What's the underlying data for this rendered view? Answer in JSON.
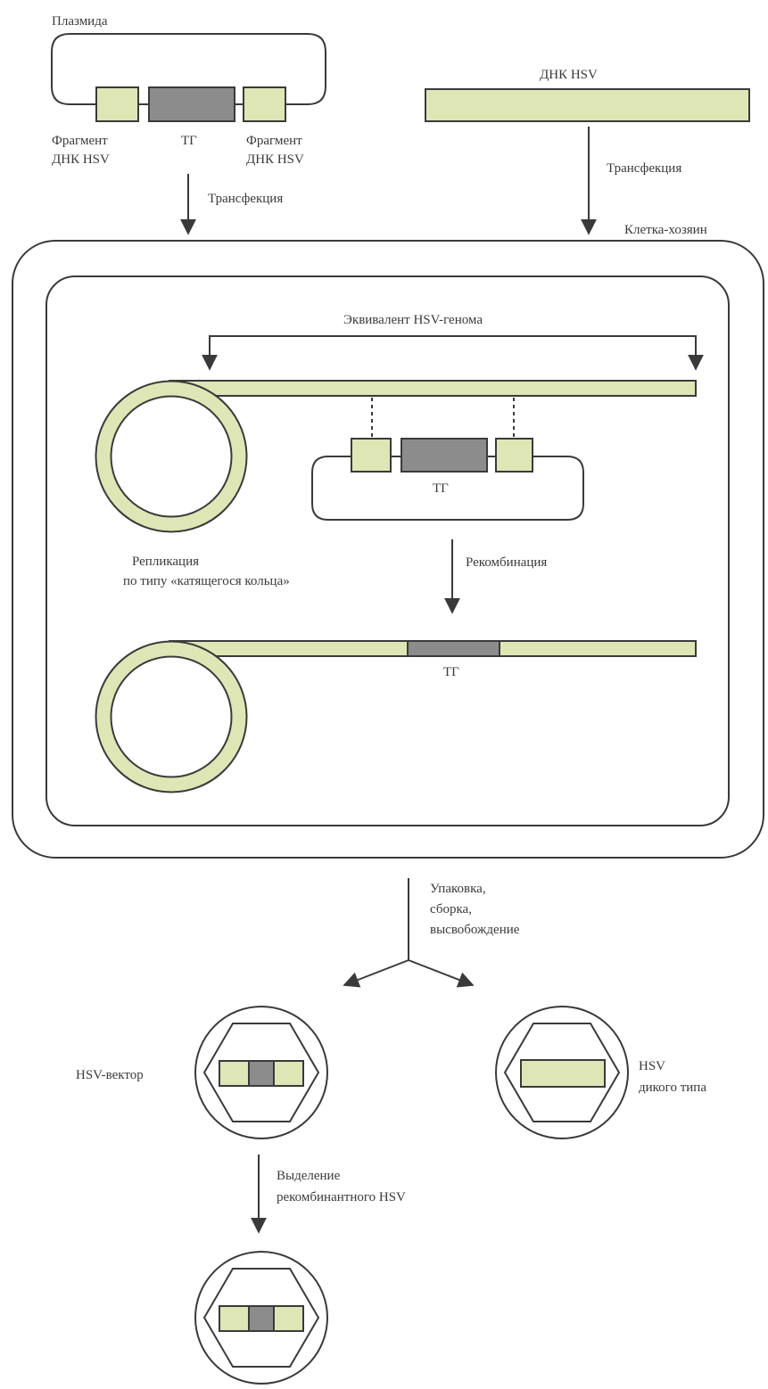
{
  "colors": {
    "dna_fill": "#dfe6b6",
    "tg_fill": "#8c8c8c",
    "line": "#3a3a3a",
    "text": "#3a3a3a"
  },
  "labels": {
    "plasmid": "Плазмида",
    "fragment_left_l1": "Фрагмент",
    "fragment_left_l2": "ДНК HSV",
    "tg_plasmid": "ТГ",
    "fragment_right_l1": "Фрагмент",
    "fragment_right_l2": "ДНК HSV",
    "transfection_left": "Трансфекция",
    "hsv_dna": "ДНК HSV",
    "transfection_right": "Трансфекция",
    "host_cell": "Клетка-хозяин",
    "genome_equivalent": "Эквивалент HSV-генома",
    "tg_inner_plasmid": "ТГ",
    "replication_l1": "Репликация",
    "replication_l2": "по типу «катящегося кольца»",
    "recombination": "Рекомбинация",
    "tg_recombined": "ТГ",
    "packaging_l1": "Упаковка,",
    "packaging_l2": "сборка,",
    "packaging_l3": "высвобождение",
    "hsv_vector": "HSV-вектор",
    "wild_type_l1": "HSV",
    "wild_type_l2": "дикого типа",
    "isolation_l1": "Выделение",
    "isolation_l2": "рекомбинантного HSV"
  }
}
